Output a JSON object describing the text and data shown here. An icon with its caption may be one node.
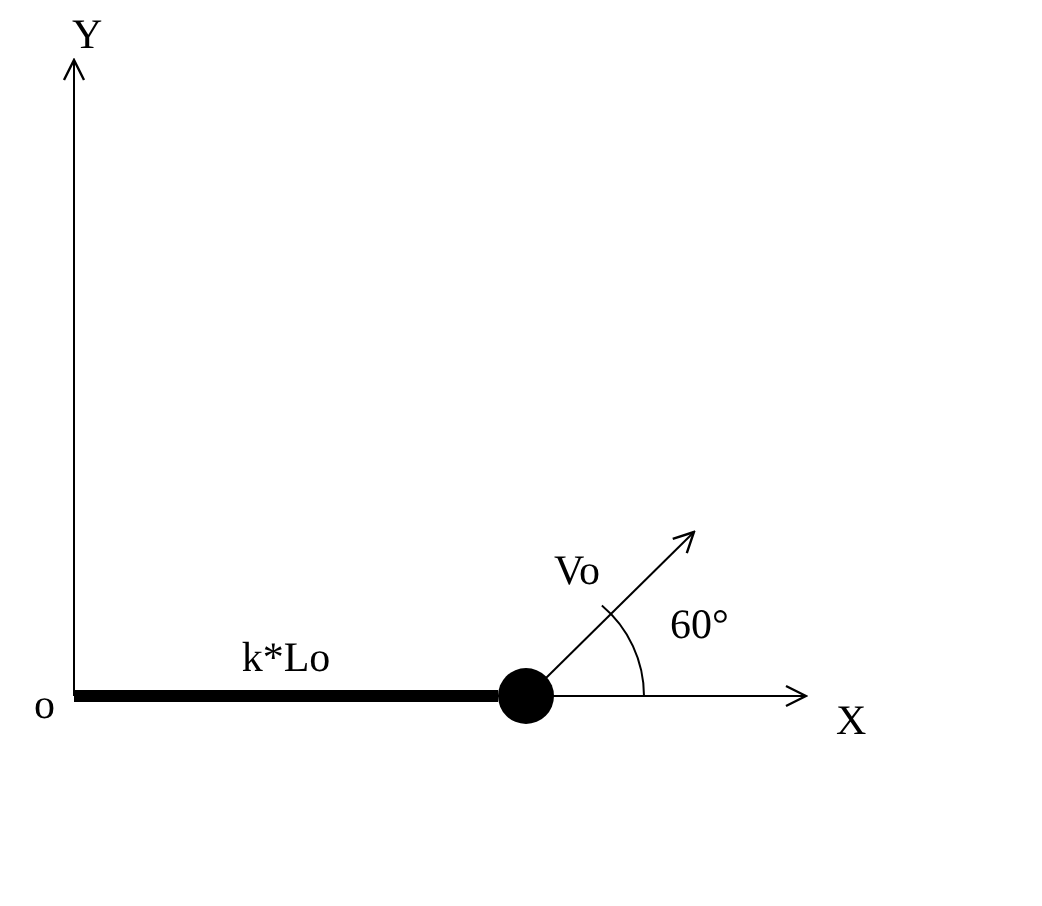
{
  "diagram": {
    "nodes": [
      {
        "text": [
          "o"
        ]
      },
      {
        "text": [],
        "shape": "circle"
      }
    ],
    "edges": [
      {
        "from": 0,
        "to": 1,
        "arrow": "none",
        "label": "k*Lo"
      }
    ],
    "labels": [
      "Y",
      "Vo",
      "60°",
      "X"
    ]
  }
}
